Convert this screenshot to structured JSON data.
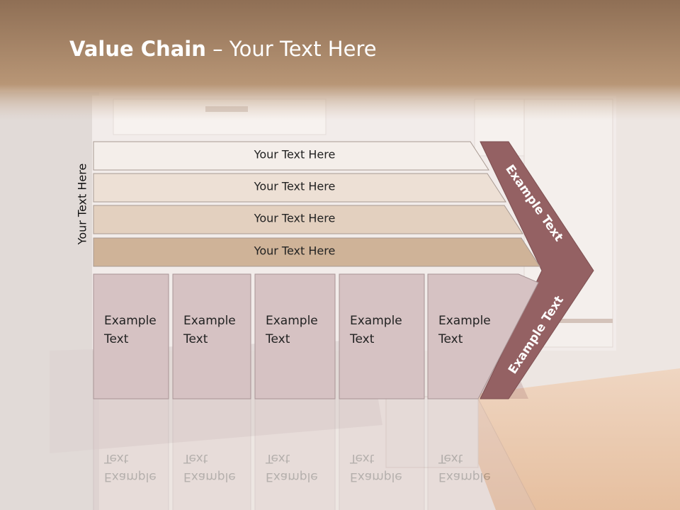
{
  "slide": {
    "title_bold": "Value Chain",
    "title_rest": " – Your Text Here",
    "side_label": "Your Text Here"
  },
  "bars": [
    {
      "label": "Your Text Here",
      "color": "#f4eeea"
    },
    {
      "label": "Your Text Here",
      "color": "#ede0d5"
    },
    {
      "label": "Your Text Here",
      "color": "#e3d0bf"
    },
    {
      "label": "Your Text Here",
      "color": "#cfb398"
    }
  ],
  "boxes": [
    {
      "line1": "Example",
      "line2": "Text"
    },
    {
      "line1": "Example",
      "line2": "Text"
    },
    {
      "line1": "Example",
      "line2": "Text"
    },
    {
      "line1": "Example",
      "line2": "Text"
    },
    {
      "line1": "Example",
      "line2": "Text"
    }
  ],
  "chevron": {
    "upper_label": "Example Text",
    "lower_label": "Example Text",
    "color": "#946163"
  },
  "colors": {
    "header": "#a88766",
    "box_fill": "#d6c2c3",
    "floor": "#e9c9ad"
  }
}
